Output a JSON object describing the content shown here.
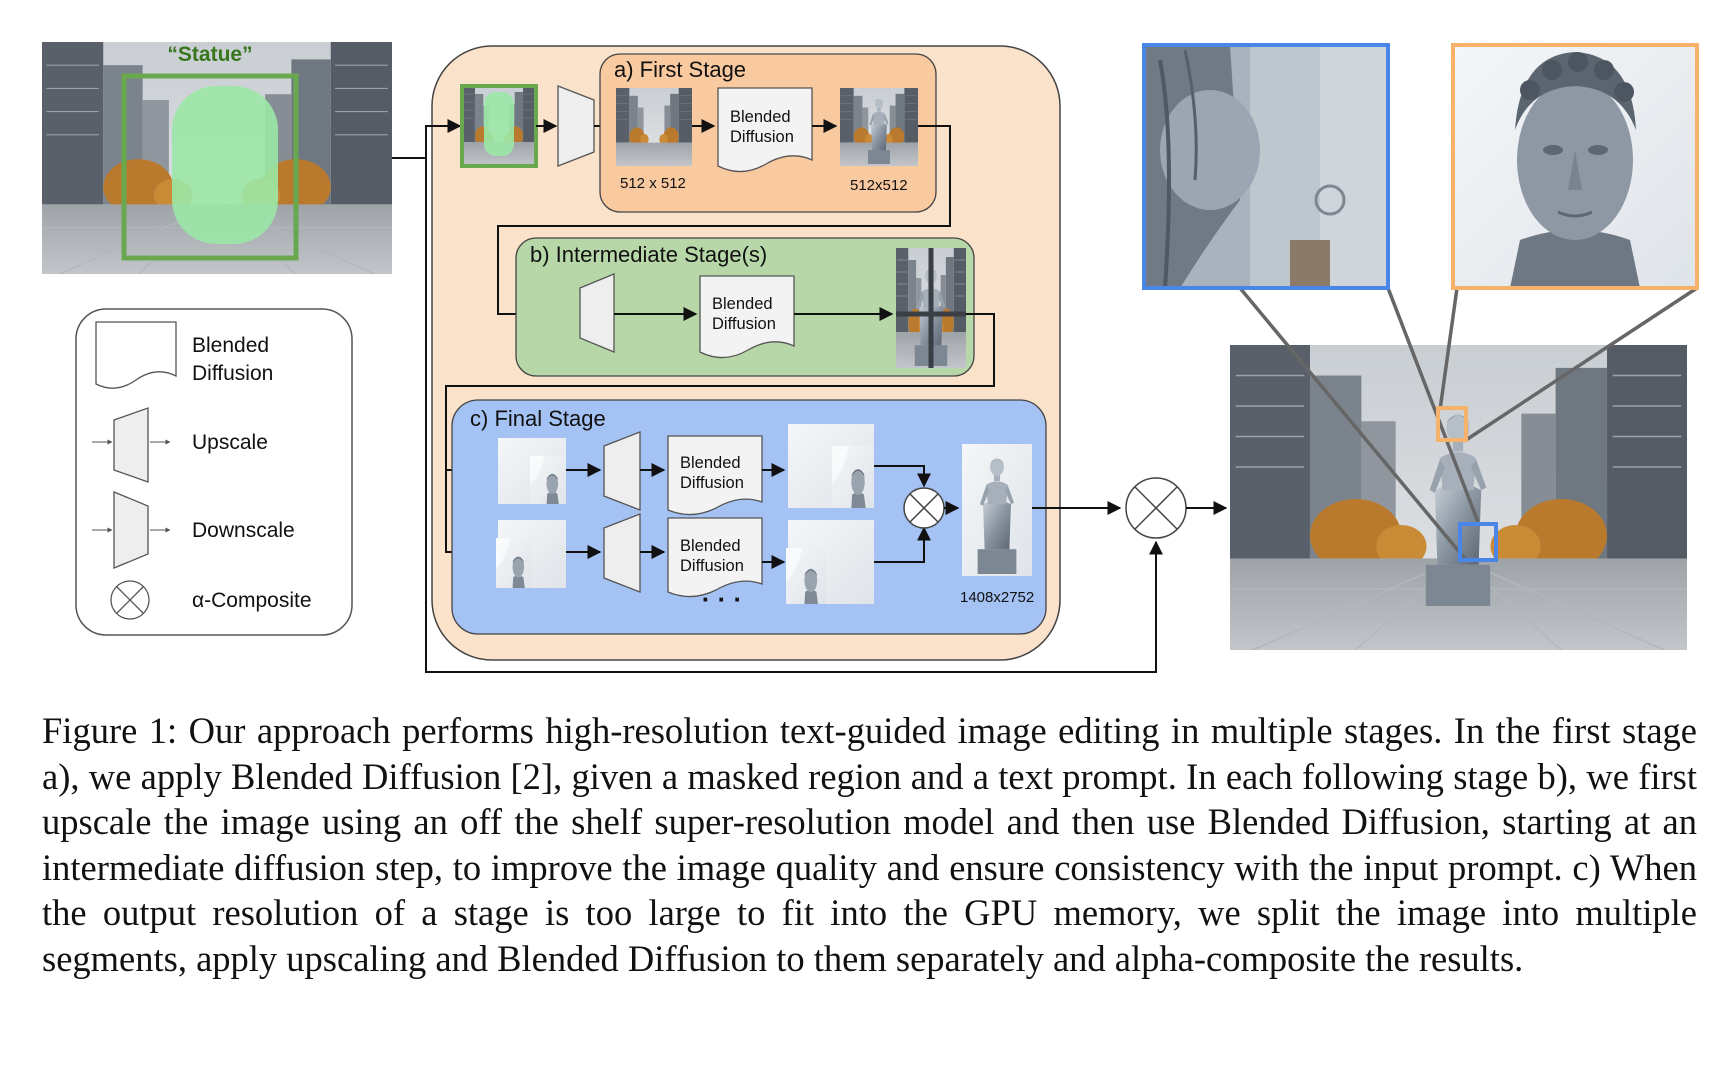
{
  "figure": {
    "input_label": "“Statue”",
    "stages": {
      "first": {
        "title": "a) First Stage",
        "res_in": "512 x 512",
        "res_out": "512x512"
      },
      "intermediate": {
        "title": "b) Intermediate Stage(s)"
      },
      "final": {
        "title": "c) Final Stage",
        "res_out": "1408x2752",
        "ellipsis": "· · ·"
      }
    },
    "block_label_line1": "Blended",
    "block_label_line2": "Diffusion",
    "legend": {
      "blended_line1": "Blended",
      "blended_line2": "Diffusion",
      "upscale": "Upscale",
      "downscale": "Downscale",
      "composite": "α-Composite"
    },
    "colors": {
      "outer_panel": "#fbe2cb",
      "first_stage": "#f9c9a0",
      "intermediate_stage": "#b7d7a8",
      "final_stage": "#a4c2f4",
      "mask_green": "#6aa84f",
      "zoom_blue": "#4a86e8",
      "zoom_orange": "#f6b26b"
    }
  },
  "caption": "Figure 1: Our approach performs high-resolution text-guided image editing in multiple stages. In the first stage a), we apply Blended Diffusion [2], given a masked region and a text prompt. In each following stage b), we first upscale the image using an off the shelf super-resolution model and then use Blended Diffusion, starting at an intermediate diffusion step, to improve the image quality and ensure consistency with the input prompt. c) When the output resolution of a stage is too large to fit into the GPU memory, we split the image into multiple segments, apply upscaling and Blended Diffusion to them separately and alpha-composite the results."
}
